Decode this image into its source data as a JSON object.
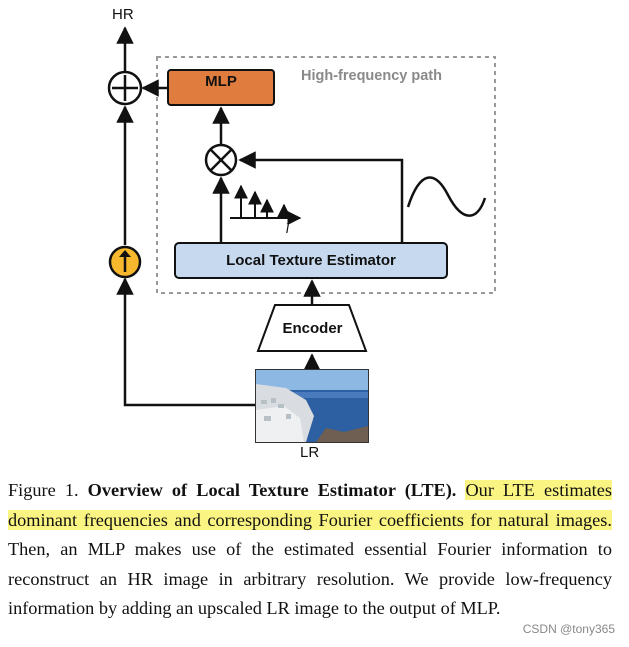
{
  "diagram": {
    "hr_label": "HR",
    "lr_label": "LR",
    "high_frequency_path_label": "High-frequency path",
    "mlp_label": "MLP",
    "local_texture_estimator_label": "Local Texture Estimator",
    "encoder_label": "Encoder",
    "frequency_symbol": "f",
    "colors": {
      "mlp_fill": "#e07d3e",
      "lte_fill": "#c6d9ef",
      "upsample_fill": "#f7b82e",
      "dashed_border": "#9a9a9a"
    },
    "icons": [
      "plus-circle-icon",
      "multiply-circle-icon",
      "upsample-arrow-icon",
      "sine-wave-icon",
      "frequency-spectrum-icon"
    ]
  },
  "caption": {
    "figure_prefix": "Figure 1. ",
    "title": "Overview of Local Texture Estimator (LTE).",
    "highlighted": "Our LTE estimates dominant frequencies and corresponding Fourier coeffi­cients for natural images.",
    "rest": "Then, an MLP makes use of the esti­mated essential Fourier information to reconstruct an HR image in arbitrary resolution. We provide low-frequency information by adding an upscaled LR image to the output of MLP."
  },
  "watermark": "CSDN @tony365"
}
